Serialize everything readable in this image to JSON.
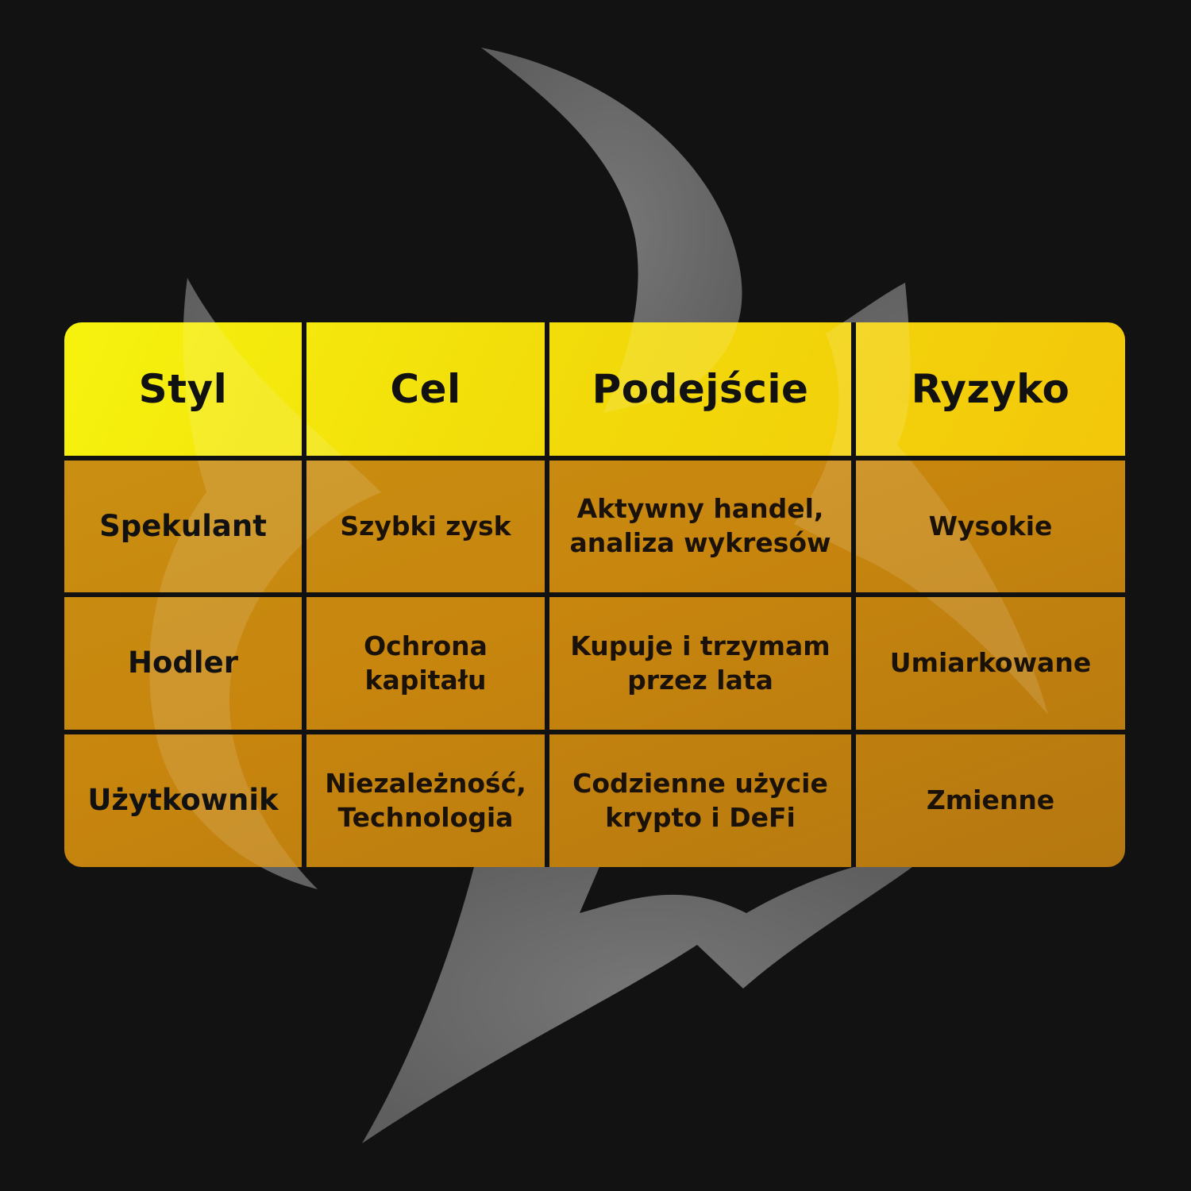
{
  "colors": {
    "background": "#121212",
    "header_yellow": "#f6f30e",
    "body_orange": "#c8860e",
    "logo_gray": "#6b6b6b",
    "text": "#111111"
  },
  "table": {
    "headers": [
      "Styl",
      "Cel",
      "Podejście",
      "Ryzyko"
    ],
    "rows": [
      [
        "Spekulant",
        "Szybki zysk",
        "Aktywny handel,\nanaliza wykresów",
        "Wysokie"
      ],
      [
        "Hodler",
        "Ochrona\nkapitału",
        "Kupuje i trzymam\nprzez lata",
        "Umiarkowane"
      ],
      [
        "Użytkownik",
        "Niezależność,\nTechnologia",
        "Codzienne użycie\nkrypto i DeFi",
        "Zmienne"
      ]
    ]
  }
}
